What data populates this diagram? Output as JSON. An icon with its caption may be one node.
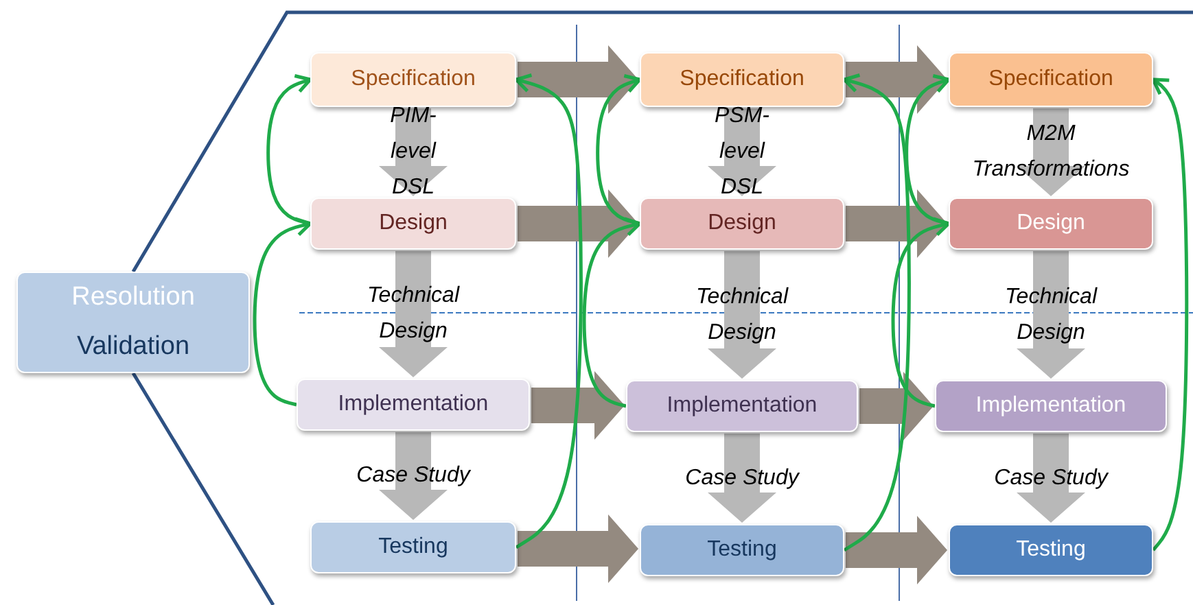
{
  "diagram": {
    "nodes": [
      {
        "text": [
          "Resolution",
          "Validation"
        ]
      },
      {
        "text": [
          "Specification"
        ]
      },
      {
        "text": [
          "Design"
        ]
      },
      {
        "text": [
          "Implementation"
        ]
      },
      {
        "text": [
          "Testing"
        ]
      },
      {
        "text": [
          "Specification"
        ]
      },
      {
        "text": [
          "Design"
        ]
      },
      {
        "text": [
          "Implementation"
        ]
      },
      {
        "text": [
          "Testing"
        ]
      },
      {
        "text": [
          "Specification"
        ]
      },
      {
        "text": [
          "Design"
        ]
      },
      {
        "text": [
          "Implementation"
        ]
      },
      {
        "text": [
          "Testing"
        ]
      }
    ],
    "edges": [
      {
        "from": 1,
        "to": 2,
        "arrow": "to",
        "label": "PIM-level DSL",
        "style": "thick",
        "color": "#b8b8b8"
      },
      {
        "from": 2,
        "to": 3,
        "arrow": "to",
        "label": "Technical Design",
        "style": "thick",
        "color": "#b8b8b8"
      },
      {
        "from": 3,
        "to": 4,
        "arrow": "to",
        "label": "Case Study",
        "style": "thick",
        "color": "#b8b8b8"
      },
      {
        "from": 5,
        "to": 6,
        "arrow": "to",
        "label": "PSM-level DSL",
        "style": "thick",
        "color": "#b8b8b8"
      },
      {
        "from": 6,
        "to": 7,
        "arrow": "to",
        "label": "Technical Design",
        "style": "thick",
        "color": "#b8b8b8"
      },
      {
        "from": 7,
        "to": 8,
        "arrow": "to",
        "label": "Case Study",
        "style": "thick",
        "color": "#b8b8b8"
      },
      {
        "from": 9,
        "to": 10,
        "arrow": "to",
        "label": "M2M Transformations",
        "style": "thick",
        "color": "#b8b8b8"
      },
      {
        "from": 10,
        "to": 11,
        "arrow": "to",
        "label": "Technical Design",
        "style": "thick",
        "color": "#b8b8b8"
      },
      {
        "from": 11,
        "to": 12,
        "arrow": "to",
        "label": "Case Study",
        "style": "thick",
        "color": "#b8b8b8"
      },
      {
        "from": 1,
        "to": 5,
        "arrow": "to",
        "style": "thick",
        "color": "#948a80"
      },
      {
        "from": 2,
        "to": 6,
        "arrow": "to",
        "style": "thick",
        "color": "#948a80"
      },
      {
        "from": 3,
        "to": 7,
        "arrow": "to",
        "style": "thick",
        "color": "#948a80"
      },
      {
        "from": 4,
        "to": 8,
        "arrow": "to",
        "style": "thick",
        "color": "#948a80"
      },
      {
        "from": 5,
        "to": 9,
        "arrow": "to",
        "style": "thick",
        "color": "#948a80"
      },
      {
        "from": 6,
        "to": 10,
        "arrow": "to",
        "style": "thick",
        "color": "#948a80"
      },
      {
        "from": 7,
        "to": 11,
        "arrow": "to",
        "style": "thick",
        "color": "#948a80"
      },
      {
        "from": 8,
        "to": 12,
        "arrow": "to",
        "style": "thick",
        "color": "#948a80"
      },
      {
        "from": 2,
        "to": 1,
        "arrow": "to",
        "color": "#1fab4a"
      },
      {
        "from": 3,
        "to": 2,
        "arrow": "to",
        "color": "#1fab4a"
      },
      {
        "from": 4,
        "to": 1,
        "arrow": "to",
        "color": "#1fab4a"
      },
      {
        "from": 6,
        "to": 5,
        "arrow": "to",
        "color": "#1fab4a"
      },
      {
        "from": 7,
        "to": 6,
        "arrow": "to",
        "color": "#1fab4a"
      },
      {
        "from": 8,
        "to": 5,
        "arrow": "to",
        "color": "#1fab4a"
      },
      {
        "from": 10,
        "to": 9,
        "arrow": "to",
        "color": "#1fab4a"
      },
      {
        "from": 11,
        "to": 10,
        "arrow": "to",
        "color": "#1fab4a"
      },
      {
        "from": 12,
        "to": 9,
        "arrow": "to",
        "color": "#1fab4a"
      }
    ]
  }
}
